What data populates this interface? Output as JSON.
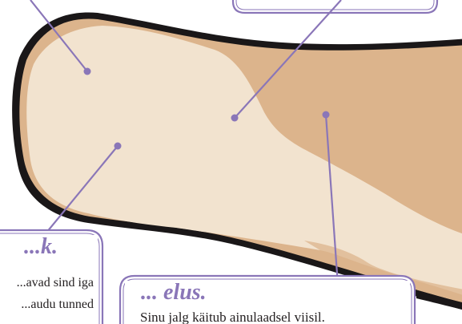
{
  "callouts": {
    "left": {
      "heading": "...k.",
      "line1": "...avad sind iga",
      "line2": "...audu tunned",
      "line3": "..."
    },
    "bottom": {
      "heading": "... elus.",
      "body": "Sinu jalg käitub ainulaadsel viisil."
    }
  },
  "colors": {
    "skin_light": "#f2e3cf",
    "skin_dark": "#dcb48c",
    "outline": "#1a1718",
    "callout_border": "#8a76b8",
    "leader_line": "#8a76b8",
    "heading": "#8a76b8"
  }
}
